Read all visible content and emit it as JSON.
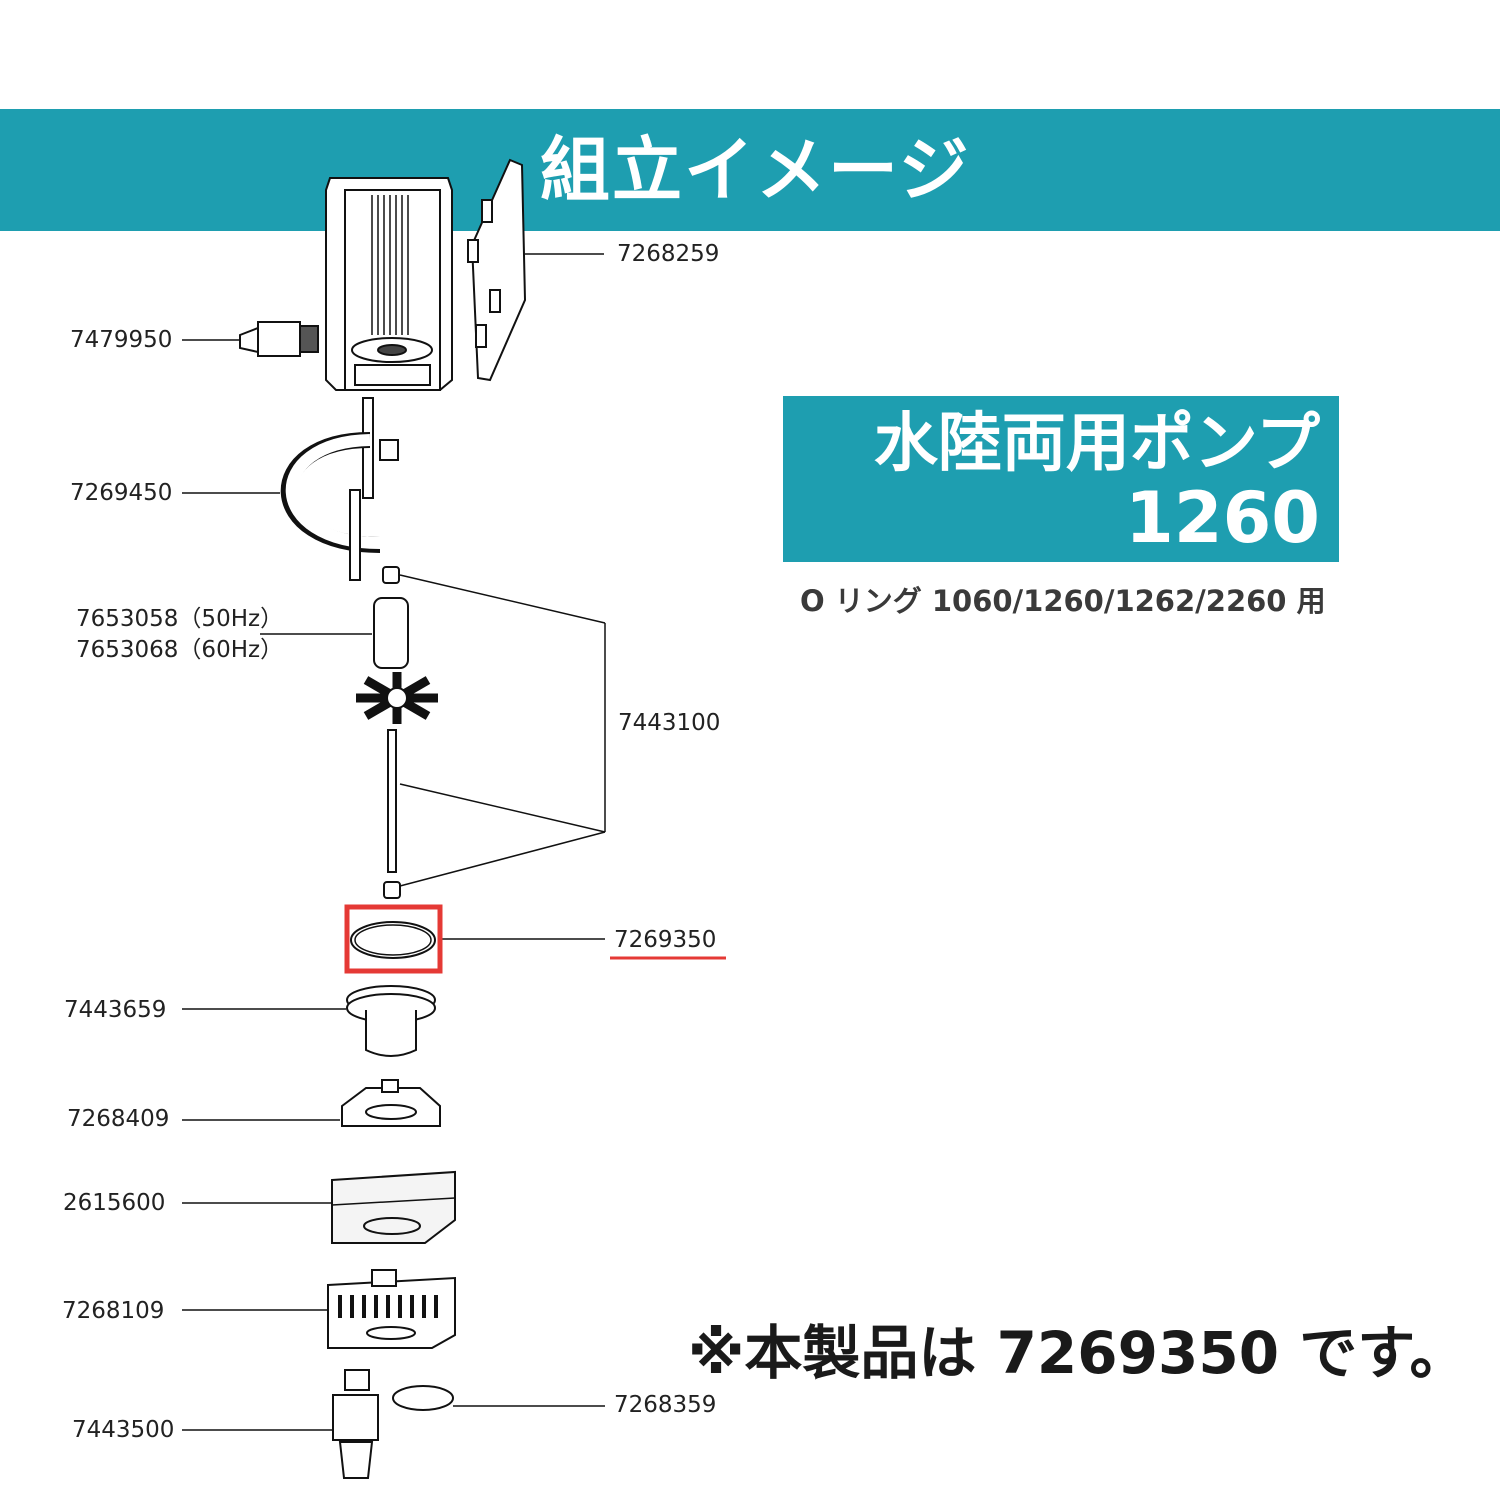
{
  "header": {
    "title": "組立イメージ"
  },
  "product": {
    "name": "水陸両用ポンプ",
    "model": "1260"
  },
  "subtitle": "O リング 1060/1260/1262/2260 用",
  "note": "※本製品は 7269350 です。",
  "highlight_color": "#e53935",
  "accent_color": "#1e9eb0",
  "highlighted_part": "7269350",
  "parts": [
    {
      "number": "7268259"
    },
    {
      "number": "7479950"
    },
    {
      "number": "7269450"
    },
    {
      "number": "7653058（50Hz）"
    },
    {
      "number": "7653068（60Hz）"
    },
    {
      "number": "7443100"
    },
    {
      "number": "7269350"
    },
    {
      "number": "7443659"
    },
    {
      "number": "7268409"
    },
    {
      "number": "2615600"
    },
    {
      "number": "7268109"
    },
    {
      "number": "7268359"
    },
    {
      "number": "7443500"
    }
  ]
}
